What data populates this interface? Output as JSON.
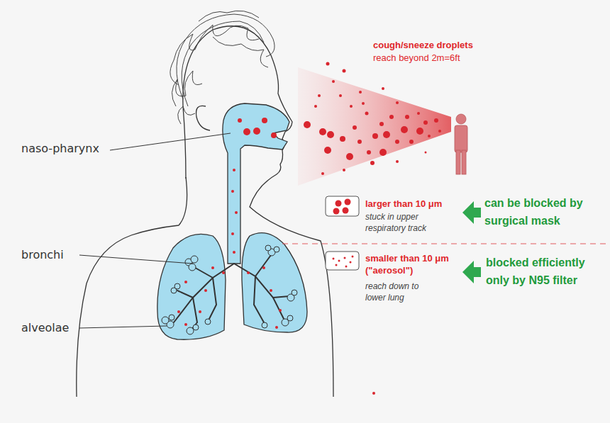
{
  "diagram": {
    "labels": [
      "naso-pharynx",
      "bronchi",
      "alveolae",
      "cough/sneeze droplets",
      "reach beyond 2m=6ft",
      "larger than 10 μm",
      "stuck in upper respiratory track",
      "smaller than 10 μm (\"aerosol\")",
      "reach down to lower lung",
      "can be blocked by surgical mask",
      "blocked efficiently only by N95 filter"
    ]
  }
}
